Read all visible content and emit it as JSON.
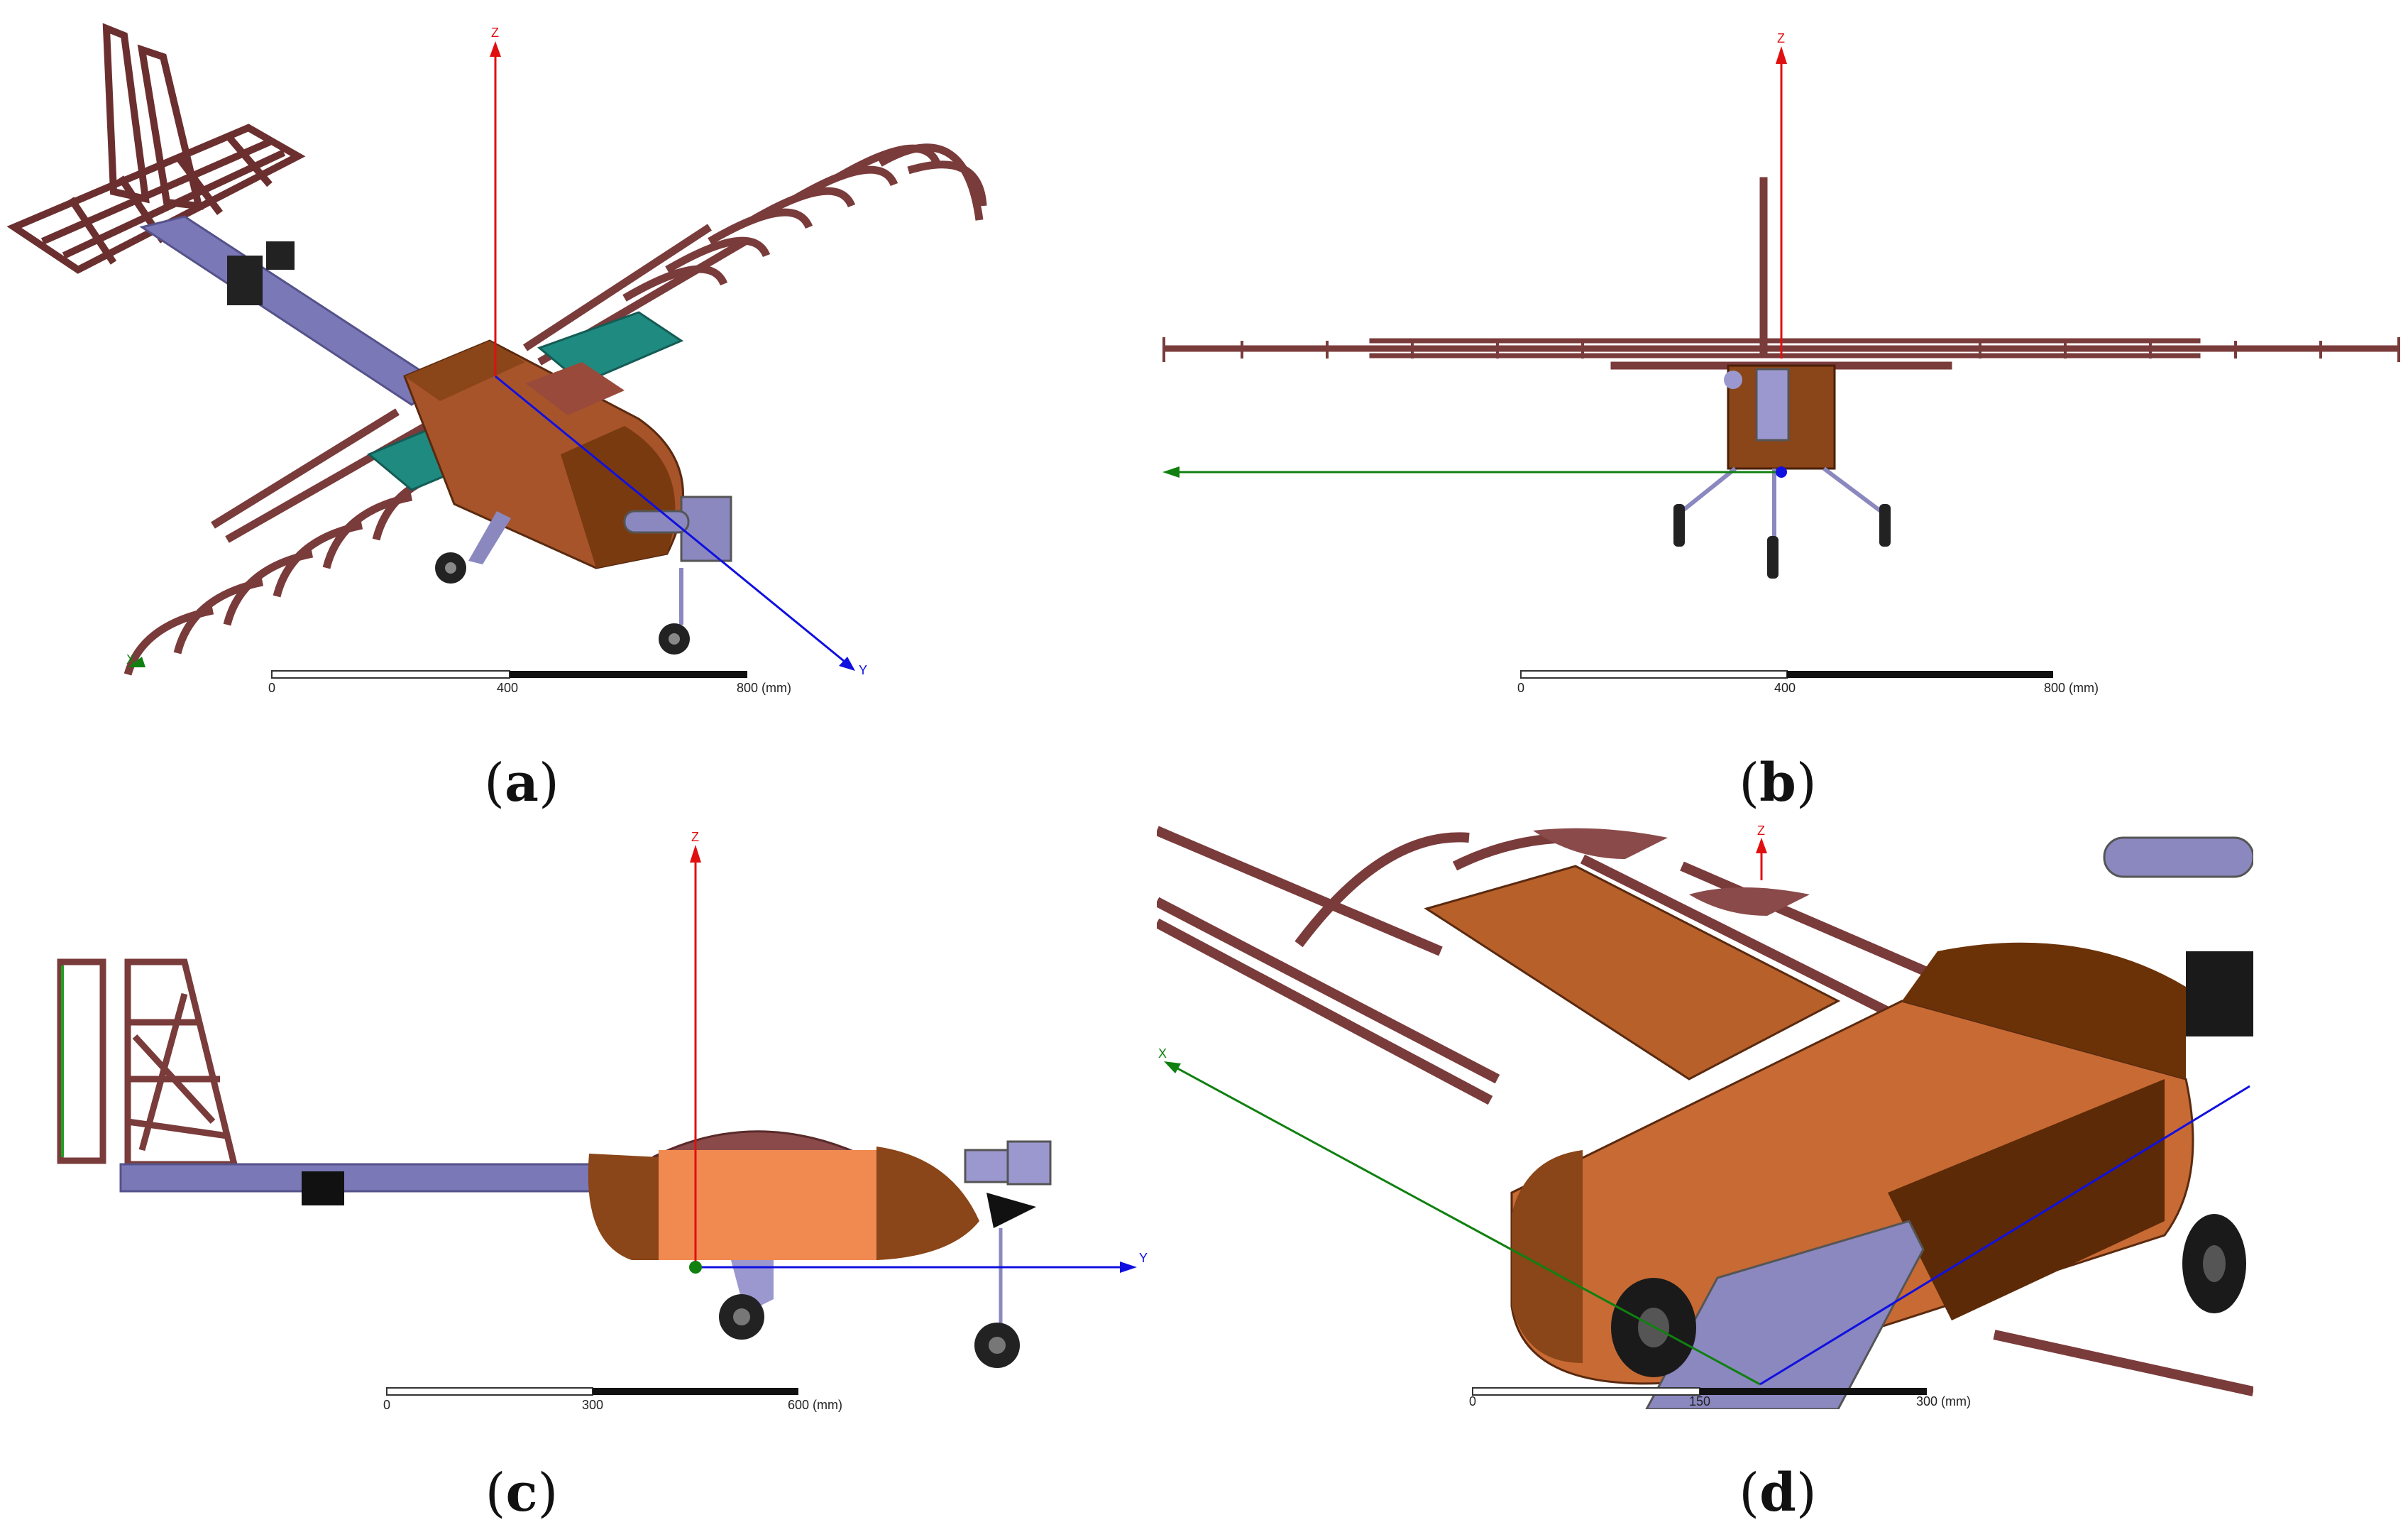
{
  "figure": {
    "panels": [
      {
        "id": "a",
        "caption_letter": "a",
        "view": "isometric",
        "axes": {
          "z": "Z",
          "y": "Y",
          "x": "X"
        },
        "scale_bar": {
          "ticks": [
            "0",
            "400",
            "800 (mm)"
          ]
        }
      },
      {
        "id": "b",
        "caption_letter": "b",
        "view": "front",
        "axes": {
          "z": "Z"
        },
        "scale_bar": {
          "ticks": [
            "0",
            "400",
            "800 (mm)"
          ]
        }
      },
      {
        "id": "c",
        "caption_letter": "c",
        "view": "side",
        "axes": {
          "z": "Z",
          "y": "Y"
        },
        "scale_bar": {
          "ticks": [
            "0",
            "300",
            "600 (mm)"
          ]
        }
      },
      {
        "id": "d",
        "caption_letter": "d",
        "view": "close-up",
        "axes": {
          "z": "Z",
          "x": "X"
        },
        "scale_bar": {
          "ticks": [
            "0",
            "150",
            "300 (mm)"
          ]
        }
      }
    ],
    "colors": {
      "structure": "#7a3b3b",
      "fuselage_light": "#e08a4a",
      "fuselage_dark": "#7a3a10",
      "boom": "#7b78b8",
      "panel_teal": "#1f8a80",
      "axis_z": "#e01010",
      "axis_y": "#1010e0",
      "axis_x": "#108010"
    }
  }
}
